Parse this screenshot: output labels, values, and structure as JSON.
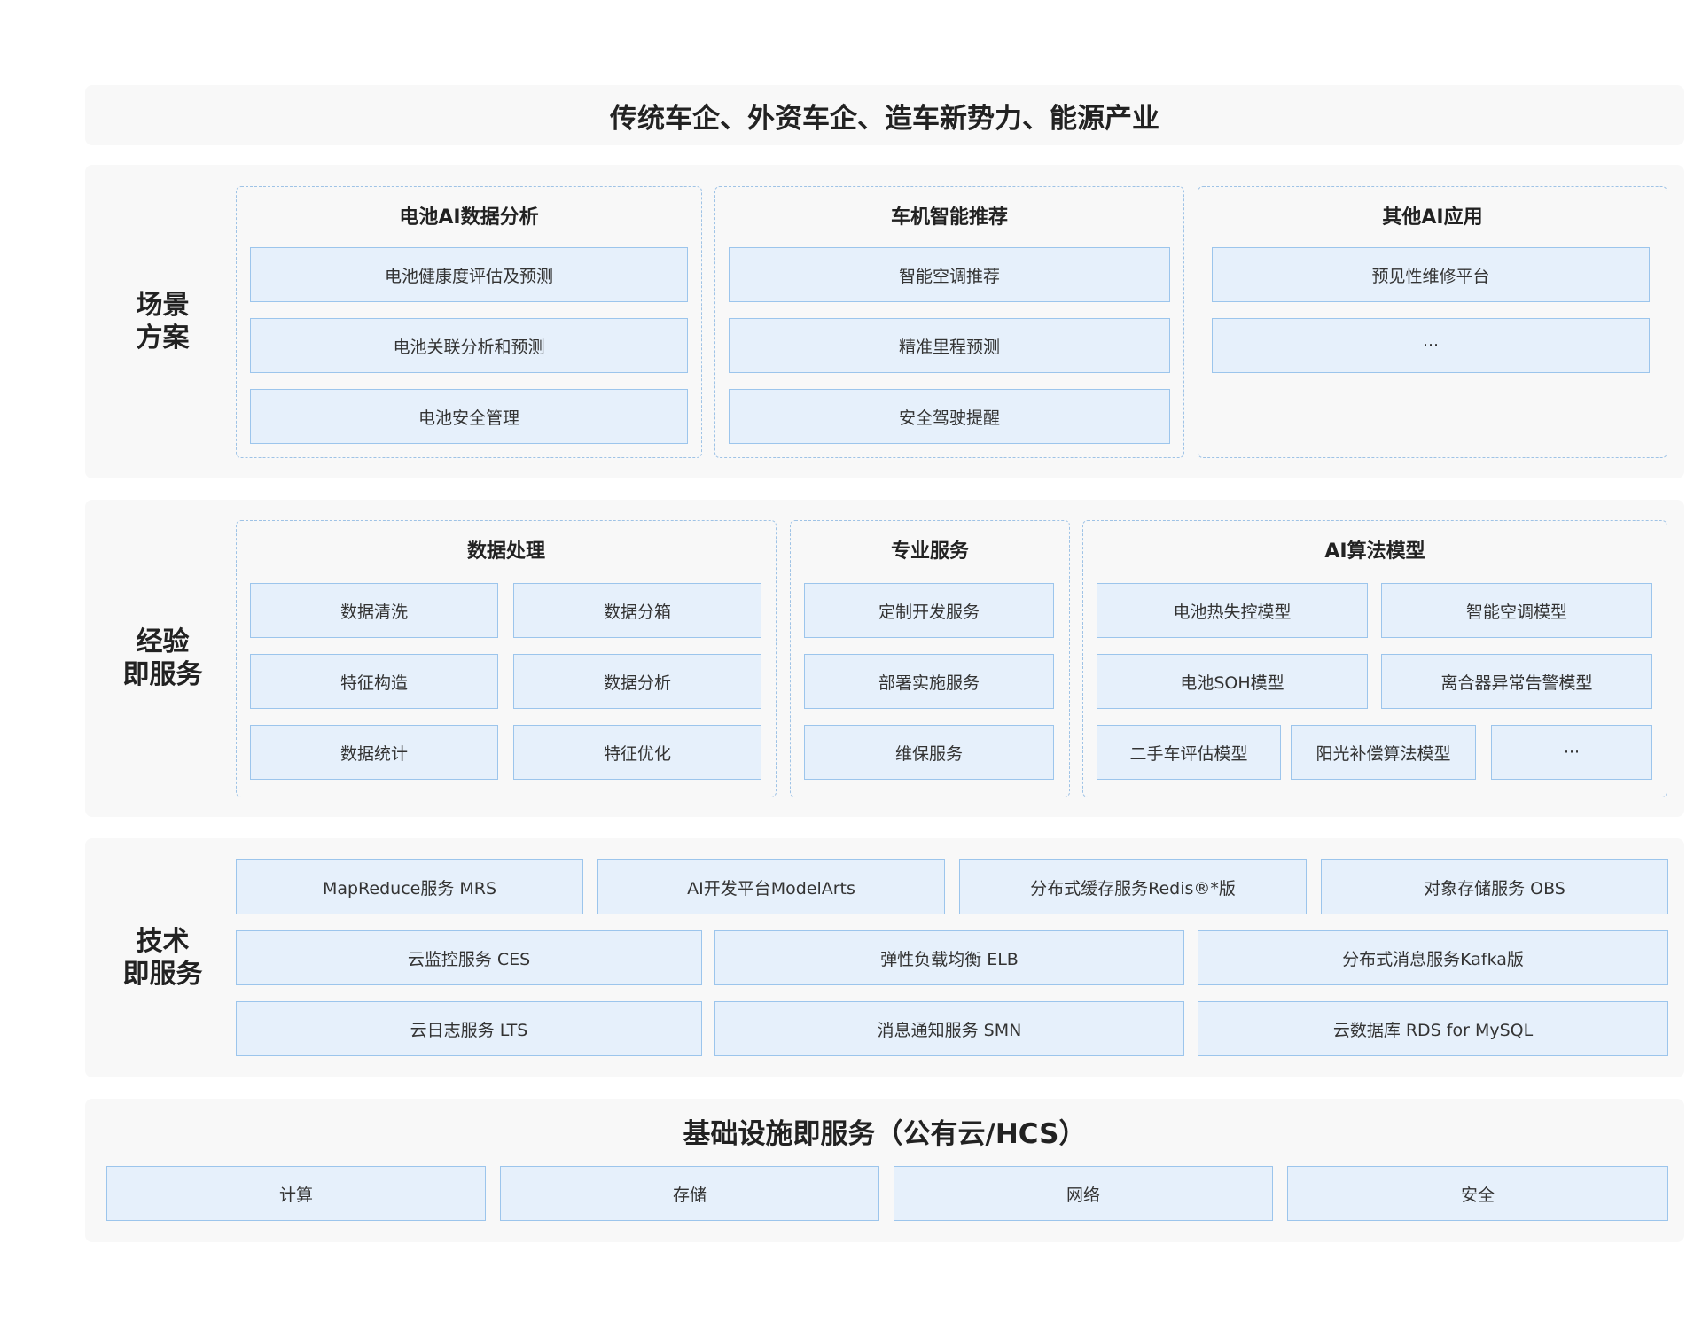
{
  "top_title": "传统车企、外资车企、造车新势力、能源产业",
  "scene": {
    "label": "场景\n方案",
    "groups": [
      {
        "title": "电池AI数据分析",
        "items": [
          "电池健康度评估及预测",
          "电池关联分析和预测",
          "电池安全管理"
        ]
      },
      {
        "title": "车机智能推荐",
        "items": [
          "智能空调推荐",
          "精准里程预测",
          "安全驾驶提醒"
        ]
      },
      {
        "title": "其他AI应用",
        "items": [
          "预见性维修平台",
          "···"
        ]
      }
    ]
  },
  "experience": {
    "label": "经验\n即服务",
    "groups": [
      {
        "title": "数据处理",
        "items": [
          "数据清洗",
          "数据分箱",
          "特征构造",
          "数据分析",
          "数据统计",
          "特征优化"
        ]
      },
      {
        "title": "专业服务",
        "items": [
          "定制开发服务",
          "部署实施服务",
          "维保服务"
        ]
      },
      {
        "title": "AI算法模型",
        "items": [
          "电池热失控模型",
          "智能空调模型",
          "电池SOH模型",
          "离合器异常告警模型",
          "二手车评估模型",
          "阳光补偿算法模型",
          "···"
        ]
      }
    ]
  },
  "tech": {
    "label": "技术\n即服务",
    "items": [
      "MapReduce服务 MRS",
      "AI开发平台ModelArts",
      "分布式缓存服务Redis®*版",
      "对象存储服务 OBS",
      "云监控服务 CES",
      "弹性负载均衡 ELB",
      "分布式消息服务Kafka版",
      "云日志服务 LTS",
      "消息通知服务 SMN",
      "云数据库 RDS for MySQL"
    ]
  },
  "infra": {
    "title": "基础设施即服务（公有云/HCS）",
    "items": [
      "计算",
      "存储",
      "网络",
      "安全"
    ]
  }
}
